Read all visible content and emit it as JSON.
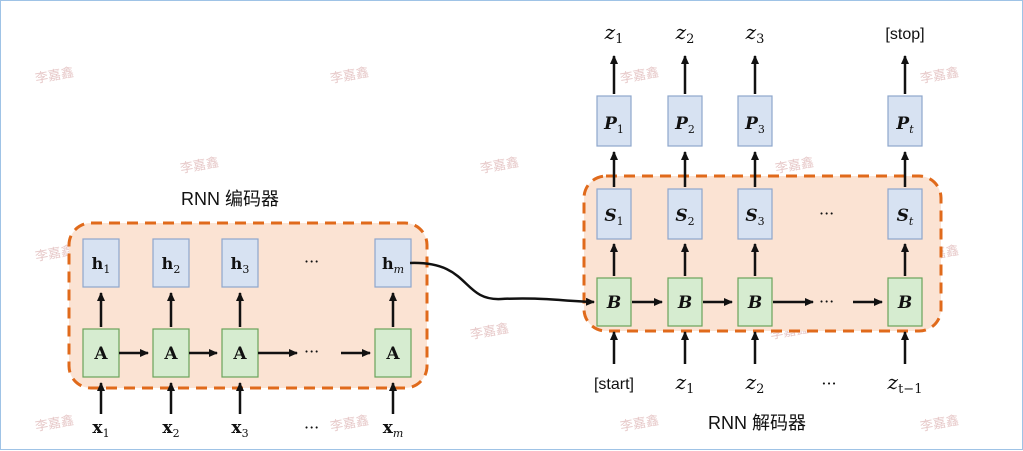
{
  "encoder": {
    "title": "RNN 编码器",
    "inputs": [
      {
        "base": "x",
        "sub": "1"
      },
      {
        "base": "x",
        "sub": "2"
      },
      {
        "base": "x",
        "sub": "3"
      },
      {
        "base": "x",
        "sub": "m"
      }
    ],
    "cell_label": "A",
    "hidden": [
      {
        "base": "h",
        "sub": "1"
      },
      {
        "base": "h",
        "sub": "2"
      },
      {
        "base": "h",
        "sub": "3"
      },
      {
        "base": "h",
        "sub": "m"
      }
    ],
    "ellipsis": "···"
  },
  "decoder": {
    "title": "RNN 解码器",
    "inputs": [
      {
        "base": "[start]",
        "sub": ""
      },
      {
        "base": "z",
        "sub": "1"
      },
      {
        "base": "z",
        "sub": "2"
      },
      {
        "base": "···",
        "sub": ""
      },
      {
        "base": "z",
        "sub": "t−1"
      }
    ],
    "cell_label": "B",
    "states": [
      {
        "base": "S",
        "sub": "1"
      },
      {
        "base": "S",
        "sub": "2"
      },
      {
        "base": "S",
        "sub": "3"
      },
      {
        "base": "S",
        "sub": "t"
      }
    ],
    "probs": [
      {
        "base": "P",
        "sub": "1"
      },
      {
        "base": "P",
        "sub": "2"
      },
      {
        "base": "P",
        "sub": "3"
      },
      {
        "base": "P",
        "sub": "t"
      }
    ],
    "outputs": [
      {
        "base": "z",
        "sub": "1"
      },
      {
        "base": "z",
        "sub": "2"
      },
      {
        "base": "z",
        "sub": "3"
      },
      {
        "base": "[stop]",
        "sub": ""
      }
    ],
    "ellipsis": "···"
  },
  "watermark": "李嘉鑫",
  "colors": {
    "region_fill": "#fbe3d3",
    "region_border": "#e06a1b",
    "cell_fill": "#d6ecd0",
    "cell_border": "#6aa35a",
    "hidden_fill": "#d7e2f2",
    "hidden_border": "#8ea6cc",
    "arrow": "#111111"
  }
}
